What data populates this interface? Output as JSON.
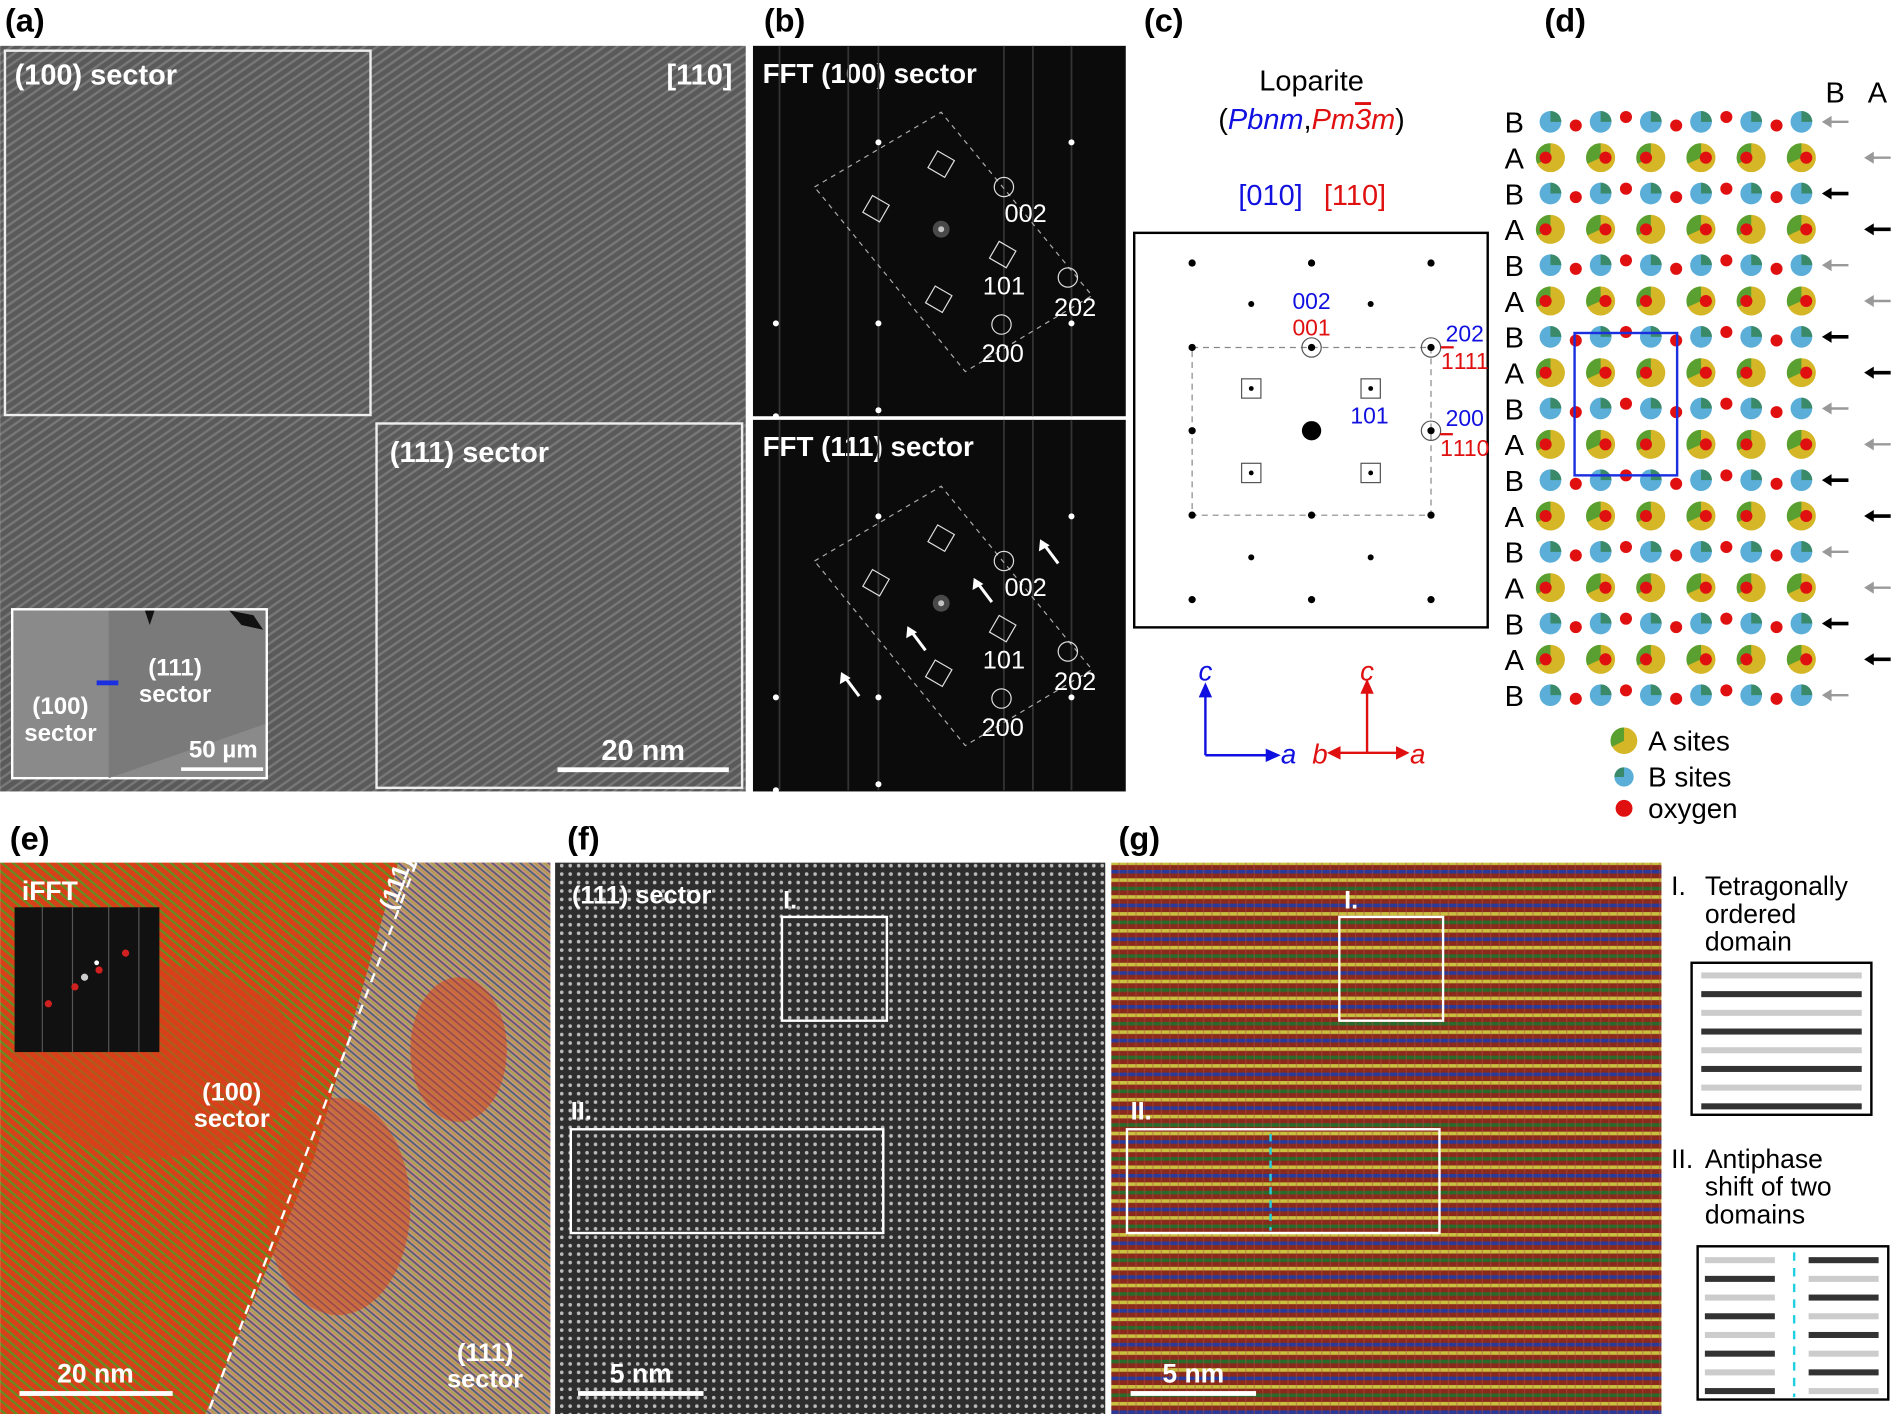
{
  "panel_labels": {
    "a": "(a)",
    "b": "(b)",
    "c": "(c)",
    "d": "(d)",
    "e": "(e)",
    "f": "(f)",
    "g": "(g)"
  },
  "panel_a": {
    "box1_label": "(100) sector",
    "zone_axis": "[110]",
    "box2_label": "(111) sector",
    "scale_bar": "20 nm",
    "inset": {
      "label_111_l1": "(111)",
      "label_111_l2": "sector",
      "label_100_l1": "(100)",
      "label_100_l2": "sector",
      "scale_bar": "50 µm"
    }
  },
  "panel_b": {
    "top_title": "FFT (100) sector",
    "bottom_title": "FFT (111) sector",
    "spots": [
      "002",
      "101",
      "202",
      "200"
    ]
  },
  "panel_c": {
    "title": "Loparite",
    "paren_open": "(",
    "group_blue": "Pbnm",
    "comma": ",",
    "group_red_pre": "Pm",
    "group_red_bar": "3",
    "group_red_post": "m",
    "paren_close": ")",
    "zone_blue": "[010]",
    "zone_red": "[110]",
    "idx_002": "002",
    "idx_001": "001",
    "idx_202": "202",
    "idx_m111": "111",
    "idx_101": "101",
    "idx_200": "200",
    "idx_m110": "110",
    "axes_blue": {
      "up": "c",
      "right": "a"
    },
    "axes_red": {
      "up": "c",
      "left": "b",
      "right": "a"
    },
    "colors": {
      "blue": "#1010e0",
      "red": "#e01010"
    }
  },
  "panel_d": {
    "header_b": "B",
    "header_a": "A",
    "rows": [
      {
        "type": "B",
        "arrow": "gray"
      },
      {
        "type": "A",
        "arrow": "gray"
      },
      {
        "type": "B",
        "arrow": "black"
      },
      {
        "type": "A",
        "arrow": "black"
      },
      {
        "type": "B",
        "arrow": "gray"
      },
      {
        "type": "A",
        "arrow": "gray"
      },
      {
        "type": "B",
        "arrow": "black"
      },
      {
        "type": "A",
        "arrow": "black"
      },
      {
        "type": "B",
        "arrow": "gray"
      },
      {
        "type": "A",
        "arrow": "gray"
      },
      {
        "type": "B",
        "arrow": "black"
      },
      {
        "type": "A",
        "arrow": "black"
      },
      {
        "type": "B",
        "arrow": "gray"
      },
      {
        "type": "A",
        "arrow": "gray"
      },
      {
        "type": "B",
        "arrow": "black"
      },
      {
        "type": "A",
        "arrow": "black"
      },
      {
        "type": "B",
        "arrow": "gray"
      }
    ],
    "legend": {
      "a_sites": "A sites",
      "b_sites": "B sites",
      "oxygen": "oxygen"
    },
    "colors": {
      "a_site": "#d4b626",
      "b_site": "#5aaed8",
      "oxygen": "#e01010",
      "cell": "#1a2fe0"
    }
  },
  "panel_e": {
    "title": "iFFT",
    "plane": "(111)",
    "sector100_l1": "(100)",
    "sector100_l2": "sector",
    "sector111_l1": "(111)",
    "sector111_l2": "sector",
    "scale_bar": "20 nm"
  },
  "panel_f": {
    "title": "(111) sector",
    "box1": "I.",
    "box2": "II.",
    "scale_bar": "5 nm"
  },
  "panel_g": {
    "box1": "I.",
    "box2": "II.",
    "scale_bar": "5 nm"
  },
  "legend_g": {
    "i_num": "I.",
    "i_l1": "Tetragonally",
    "i_l2": "ordered",
    "i_l3": "domain",
    "ii_num": "II.",
    "ii_l1": "Antiphase",
    "ii_l2": "shift of two",
    "ii_l3": "domains"
  }
}
